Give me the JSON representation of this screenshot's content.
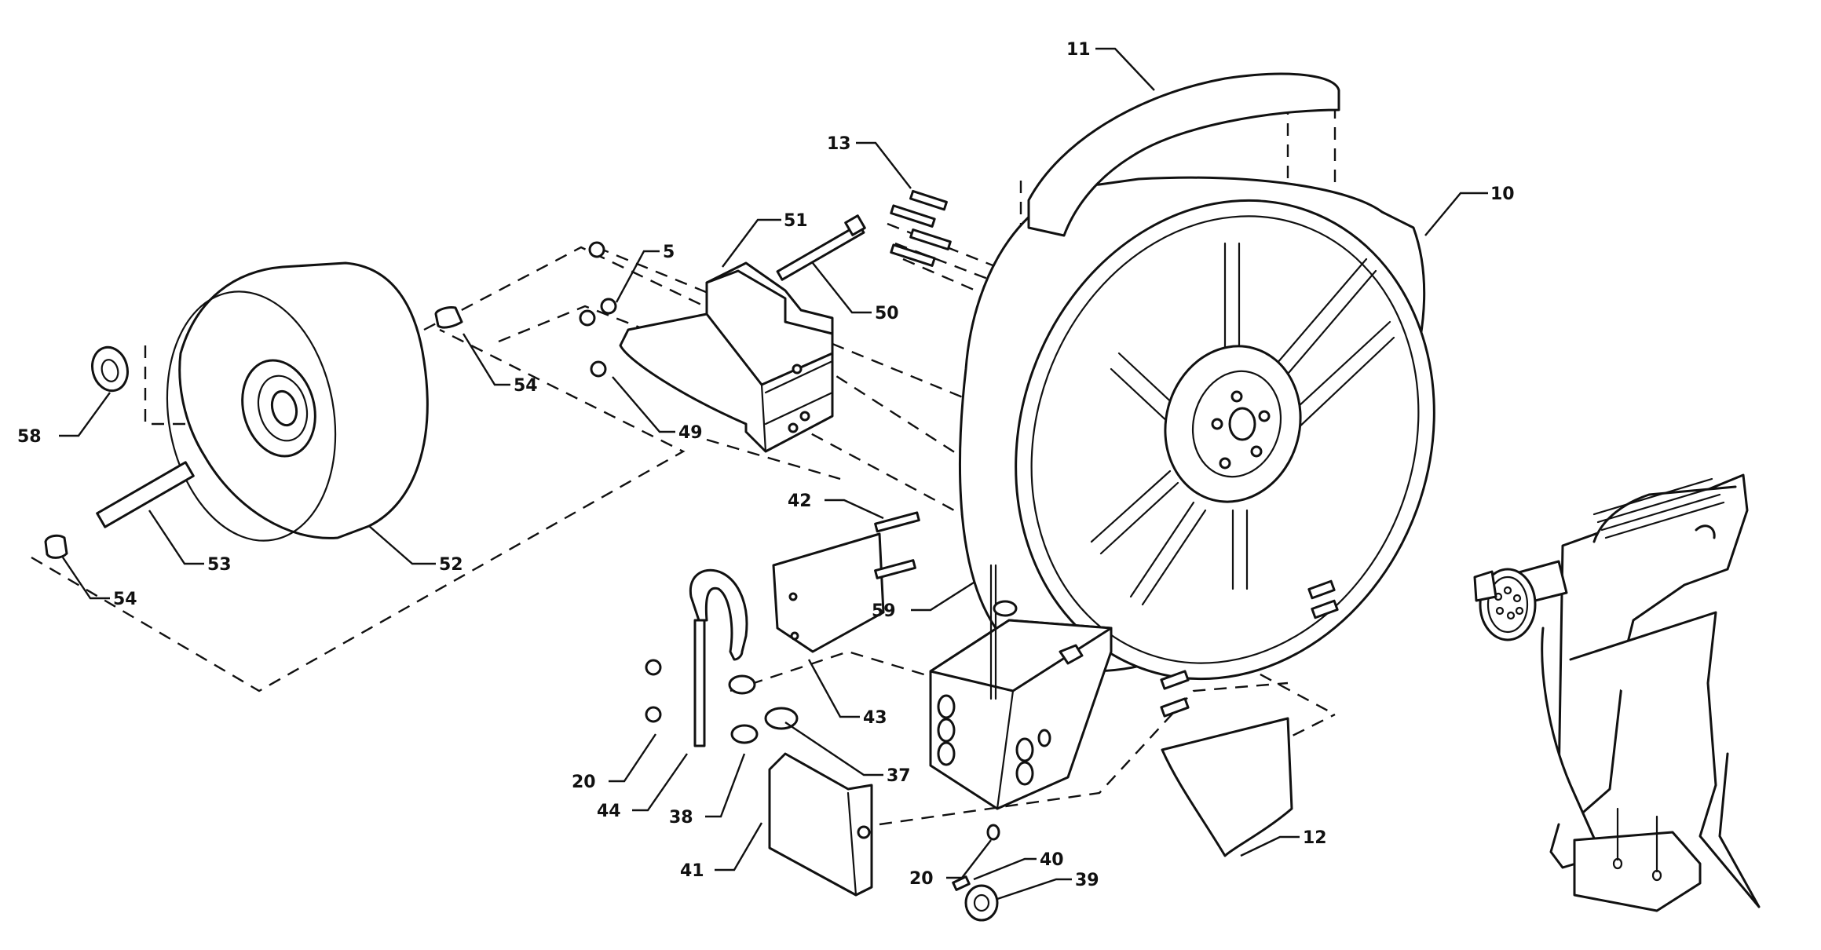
{
  "colors": {
    "line": "#111111",
    "background": "#ffffff"
  },
  "callouts": [
    {
      "id": "c11",
      "text": "11"
    },
    {
      "id": "c10",
      "text": "10"
    },
    {
      "id": "c13",
      "text": "13"
    },
    {
      "id": "c51",
      "text": "51"
    },
    {
      "id": "c5",
      "text": "5"
    },
    {
      "id": "c50",
      "text": "50"
    },
    {
      "id": "c54a",
      "text": "54"
    },
    {
      "id": "c49",
      "text": "49"
    },
    {
      "id": "c58",
      "text": "58"
    },
    {
      "id": "c53",
      "text": "53"
    },
    {
      "id": "c52",
      "text": "52"
    },
    {
      "id": "c54b",
      "text": "54"
    },
    {
      "id": "c42",
      "text": "42"
    },
    {
      "id": "c59",
      "text": "59"
    },
    {
      "id": "c43",
      "text": "43"
    },
    {
      "id": "c37",
      "text": "37"
    },
    {
      "id": "c20a",
      "text": "20"
    },
    {
      "id": "c44",
      "text": "44"
    },
    {
      "id": "c38",
      "text": "38"
    },
    {
      "id": "c41",
      "text": "41"
    },
    {
      "id": "c20b",
      "text": "20"
    },
    {
      "id": "c40",
      "text": "40"
    },
    {
      "id": "c39",
      "text": "39"
    },
    {
      "id": "c12",
      "text": "12"
    }
  ]
}
